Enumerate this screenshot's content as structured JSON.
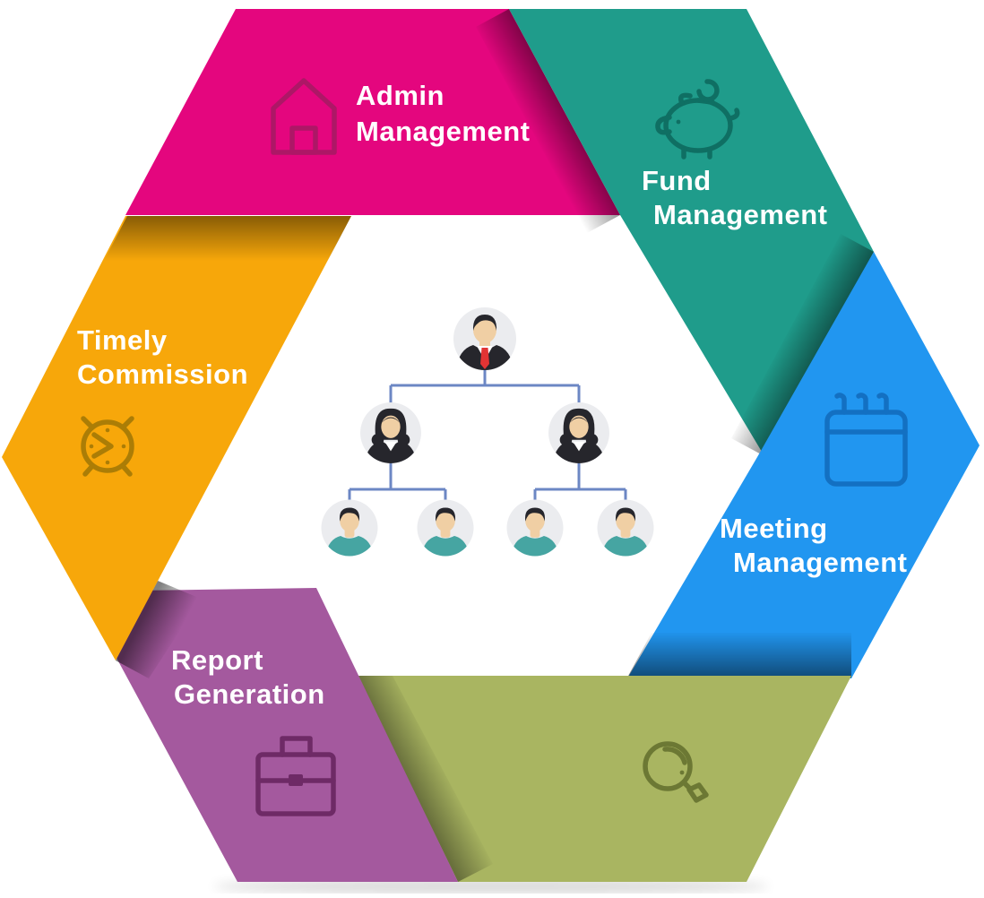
{
  "diagram": {
    "background": "#ffffff",
    "text_color": "#ffffff",
    "segments": [
      {
        "name": "admin-management",
        "label_lines": [
          "Admin",
          "Management"
        ],
        "color": "#E4067E",
        "icon": "house-icon",
        "icon_color": "#AD1766"
      },
      {
        "name": "fund-management",
        "label_lines": [
          "Fund",
          "Management"
        ],
        "color": "#1F9C8B",
        "icon": "piggy-bank-icon",
        "icon_color": "#0F6F63"
      },
      {
        "name": "meeting-management",
        "label_lines": [
          "Meeting",
          "Management"
        ],
        "color": "#2196F0",
        "icon": "calendar-icon",
        "icon_color": "#1370C2"
      },
      {
        "name": "search-segment",
        "label_lines": [],
        "color": "#A9B561",
        "icon": "magnifier-icon",
        "icon_color": "#6C7834"
      },
      {
        "name": "report-generation",
        "label_lines": [
          "Report",
          "Generation"
        ],
        "color": "#A4599E",
        "icon": "briefcase-icon",
        "icon_color": "#6E2A66"
      },
      {
        "name": "timely-commission",
        "label_lines": [
          "Timely",
          "Commission"
        ],
        "color": "#F7A70A",
        "icon": "alarm-clock-icon",
        "icon_color": "#AB7D06"
      }
    ],
    "org_chart": {
      "structure": "1 manager, 2 team leads, 4 members",
      "palette": {
        "avatar_background": "#EBECEF",
        "skin": "#F0CFA4",
        "hair_and_suit": "#26262C",
        "tie": "#E23434",
        "member_shirt": "#46A5A2",
        "connector_line": "#6C87C4"
      }
    }
  }
}
